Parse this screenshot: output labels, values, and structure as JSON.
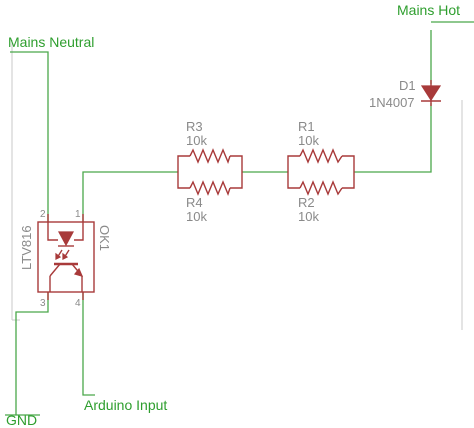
{
  "diagram": {
    "nets": {
      "mains_neutral": "Mains Neutral",
      "mains_hot": "Mains Hot",
      "arduino_input": "Arduino Input",
      "gnd": "GND"
    },
    "diode": {
      "ref": "D1",
      "value": "1N4007"
    },
    "resistors": [
      {
        "ref": "R3",
        "value": "10k"
      },
      {
        "ref": "R4",
        "value": "10k"
      },
      {
        "ref": "R1",
        "value": "10k"
      },
      {
        "ref": "R2",
        "value": "10k"
      }
    ],
    "optocoupler": {
      "ref": "OK1",
      "value": "LTV816",
      "pins": [
        "2",
        "1",
        "3",
        "4"
      ]
    },
    "colors": {
      "wire": "#4aa84a",
      "component": "#a83a3a",
      "net_label": "#2e9e2e",
      "part_label": "#8a8a8a"
    }
  }
}
